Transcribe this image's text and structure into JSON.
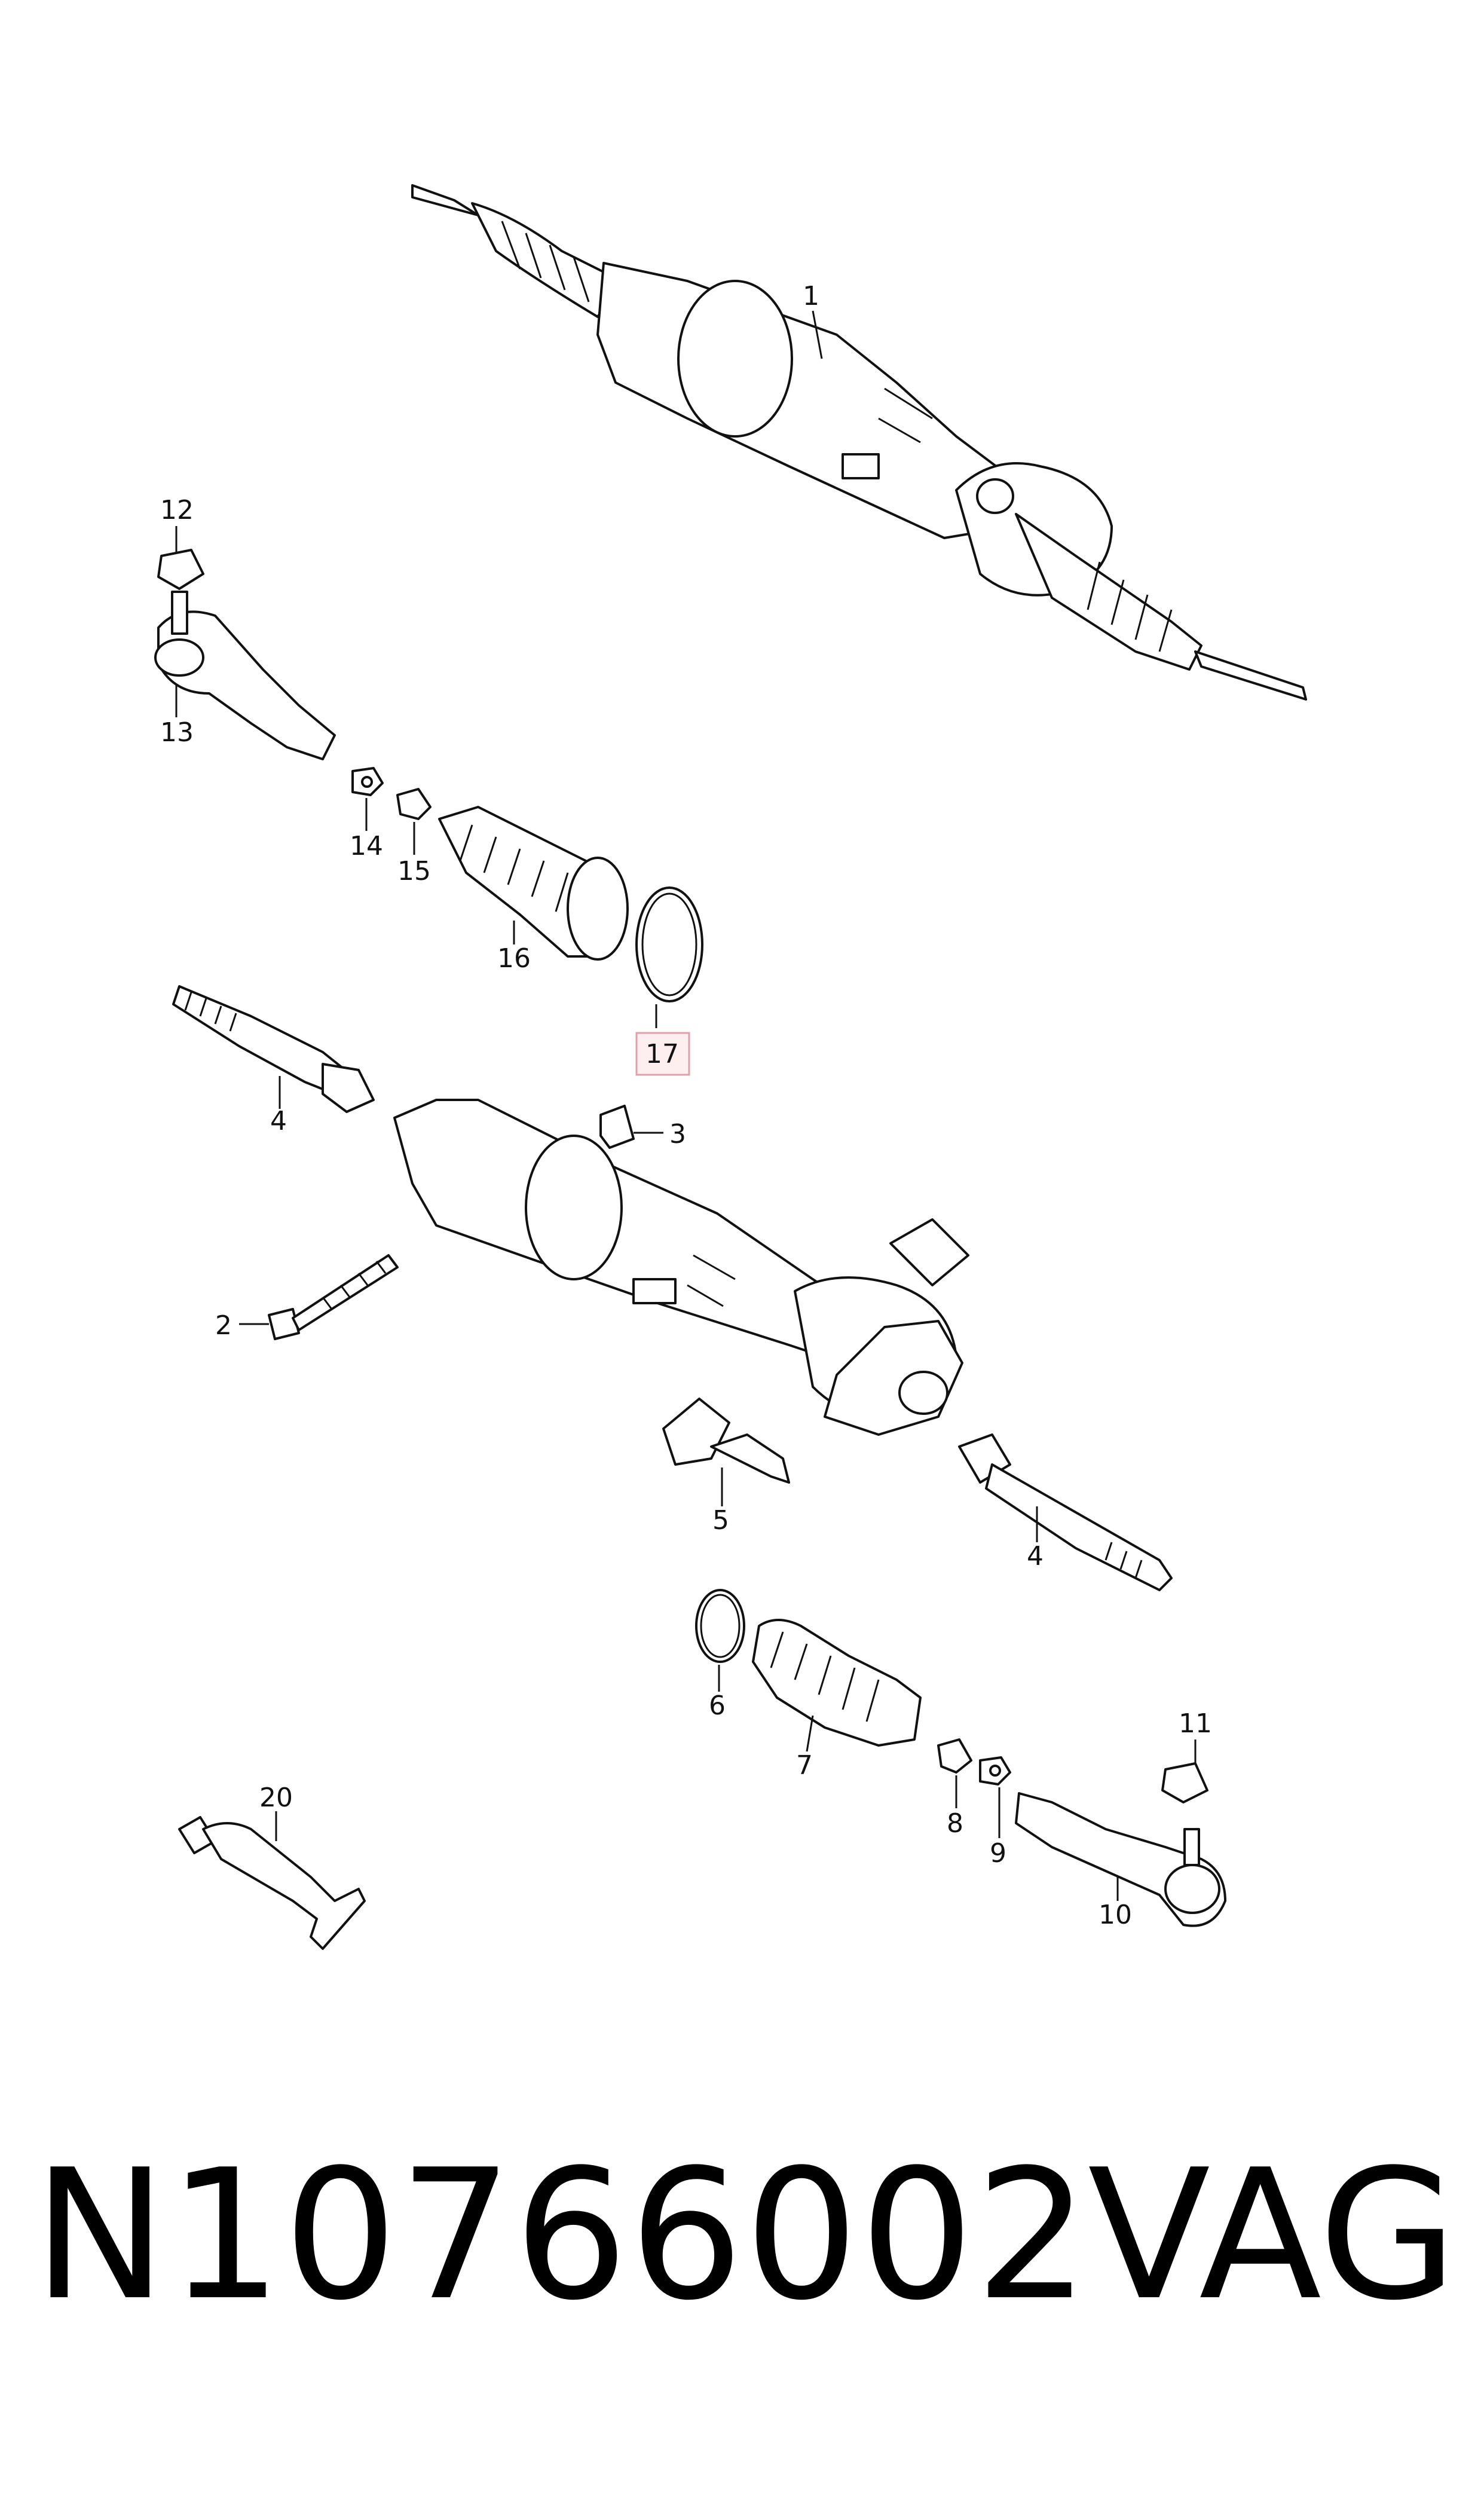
{
  "diagram": {
    "callouts": [
      {
        "label": "1"
      },
      {
        "label": "2"
      },
      {
        "label": "3"
      },
      {
        "label": "4"
      },
      {
        "label": "4"
      },
      {
        "label": "5"
      },
      {
        "label": "6"
      },
      {
        "label": "7"
      },
      {
        "label": "8"
      },
      {
        "label": "9"
      },
      {
        "label": "10"
      },
      {
        "label": "11"
      },
      {
        "label": "12"
      },
      {
        "label": "13"
      },
      {
        "label": "14"
      },
      {
        "label": "15"
      },
      {
        "label": "16"
      },
      {
        "label": "17"
      },
      {
        "label": "20"
      }
    ],
    "highlight_label": "17",
    "highlight_color": "#e0a0a8",
    "highlight_fill": "#fdeef0"
  },
  "caption": {
    "part_number": "N10766002",
    "brand": "VAG"
  }
}
